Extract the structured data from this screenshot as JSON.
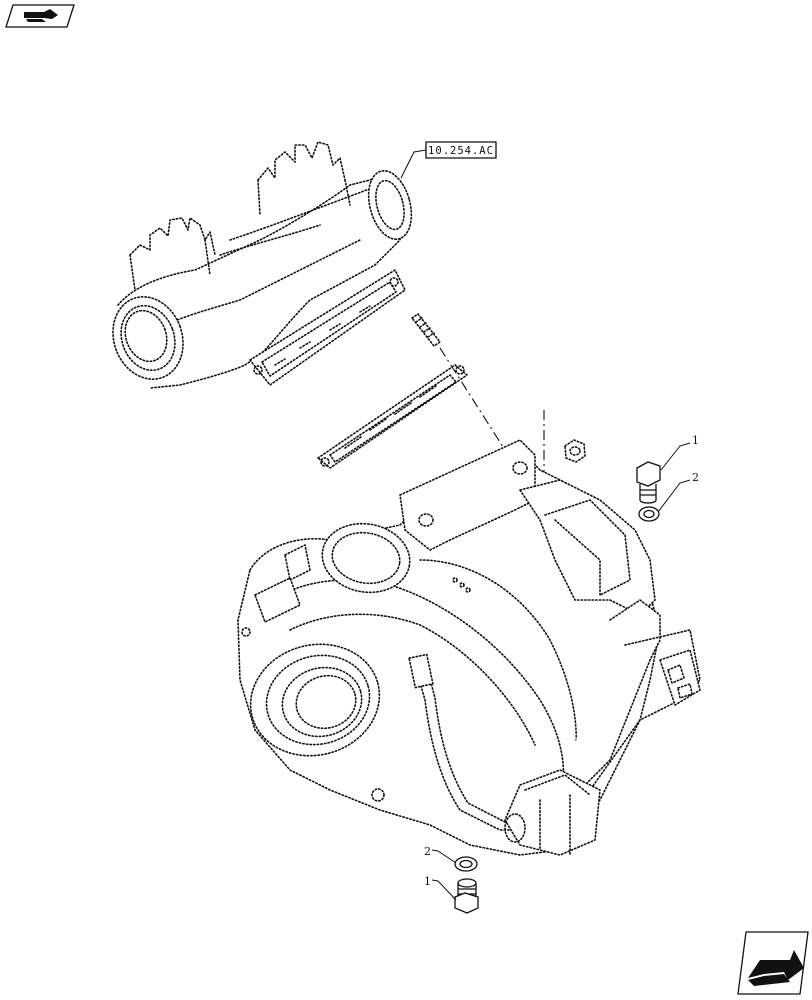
{
  "reference_label": "10.254.AC",
  "callouts": {
    "bolt_top": "1",
    "washer_top": "2",
    "washer_bottom": "2",
    "bolt_bottom": "1"
  },
  "icons": {
    "top_left": "previous-page-icon",
    "bottom_right": "next-page-icon"
  }
}
